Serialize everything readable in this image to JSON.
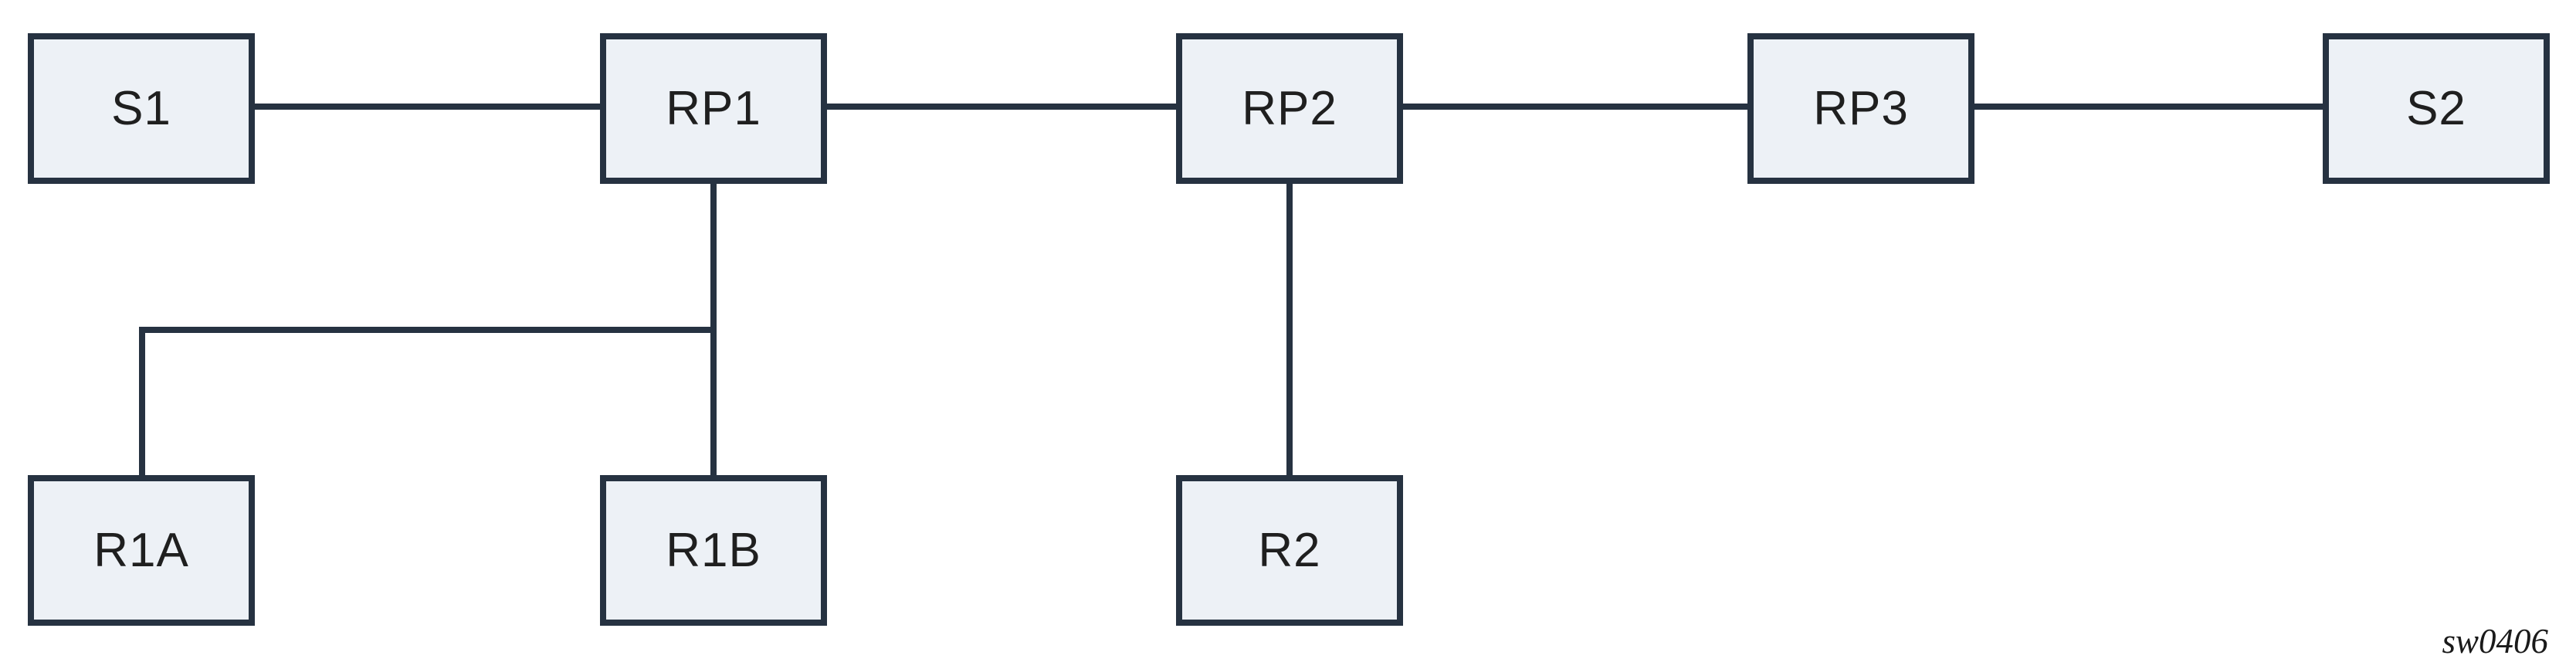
{
  "diagram": {
    "type": "network-topology-figure",
    "watermark": "sw0406",
    "colors": {
      "background": "#FFFFFF",
      "node_fill": "#EDF1F6",
      "node_border": "#263241",
      "edge_line": "#263241",
      "label_text": "#1F1F1F"
    },
    "nodes": [
      {
        "id": "S1",
        "label": "S1"
      },
      {
        "id": "RP1",
        "label": "RP1"
      },
      {
        "id": "RP2",
        "label": "RP2"
      },
      {
        "id": "RP3",
        "label": "RP3"
      },
      {
        "id": "S2",
        "label": "S2"
      },
      {
        "id": "R1A",
        "label": "R1A"
      },
      {
        "id": "R1B",
        "label": "R1B"
      },
      {
        "id": "R2",
        "label": "R2"
      }
    ],
    "edges": [
      {
        "from": "S1",
        "to": "RP1"
      },
      {
        "from": "RP1",
        "to": "RP2"
      },
      {
        "from": "RP2",
        "to": "RP3"
      },
      {
        "from": "RP3",
        "to": "S2"
      },
      {
        "from": "RP1",
        "to": "R1B"
      },
      {
        "from": "RP1",
        "to": "R1A"
      },
      {
        "from": "RP2",
        "to": "R2"
      }
    ]
  }
}
